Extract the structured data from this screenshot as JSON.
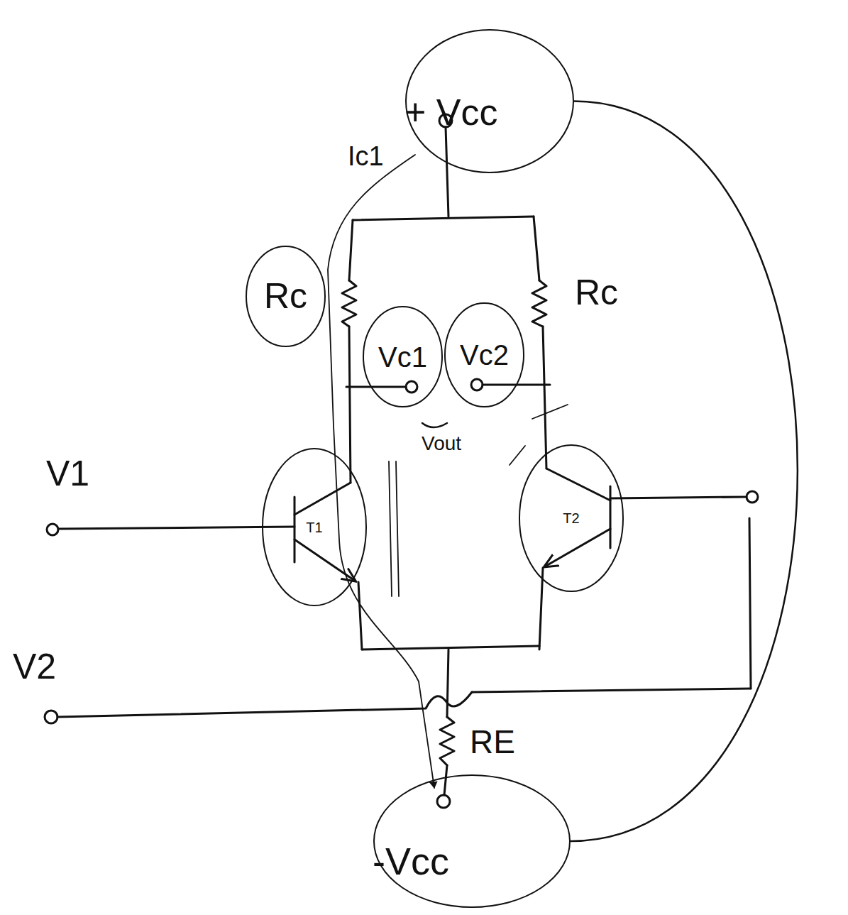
{
  "diagram": {
    "nodes": [
      {
        "text": [
          "+ Vcc"
        ]
      },
      {
        "text": [
          "Rc"
        ]
      },
      {
        "text": [
          "Vc1"
        ]
      },
      {
        "text": [
          "Vc2"
        ]
      },
      {
        "text": [
          "T1"
        ]
      },
      {
        "text": [
          "T2"
        ]
      },
      {
        "text": [
          "-Vcc"
        ]
      }
    ],
    "edges": [
      {
        "from": 0,
        "to": 6,
        "arrow": "none"
      }
    ],
    "labels": [
      "Ic1",
      "Rc",
      "Vout",
      "V1",
      "V2",
      "RE"
    ]
  }
}
